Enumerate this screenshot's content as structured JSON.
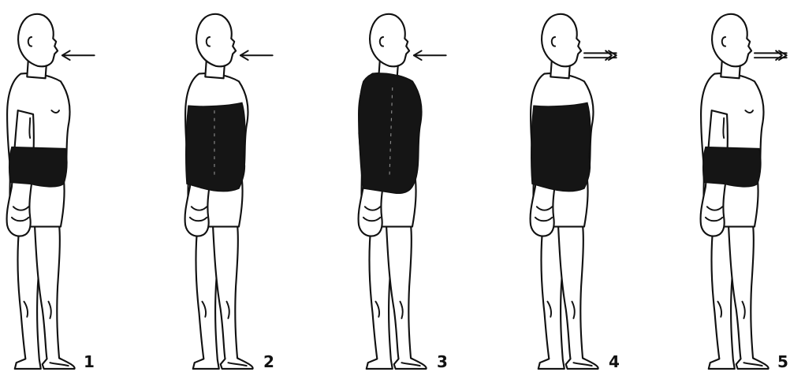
{
  "figures": [
    {
      "number": "1",
      "breath": "in"
    },
    {
      "number": "2",
      "breath": "in"
    },
    {
      "number": "3",
      "breath": "in"
    },
    {
      "number": "4",
      "breath": "out"
    },
    {
      "number": "5",
      "breath": "out"
    }
  ],
  "colors": {
    "ink": "#111111",
    "shading": "#151515",
    "paper": "#ffffff"
  }
}
